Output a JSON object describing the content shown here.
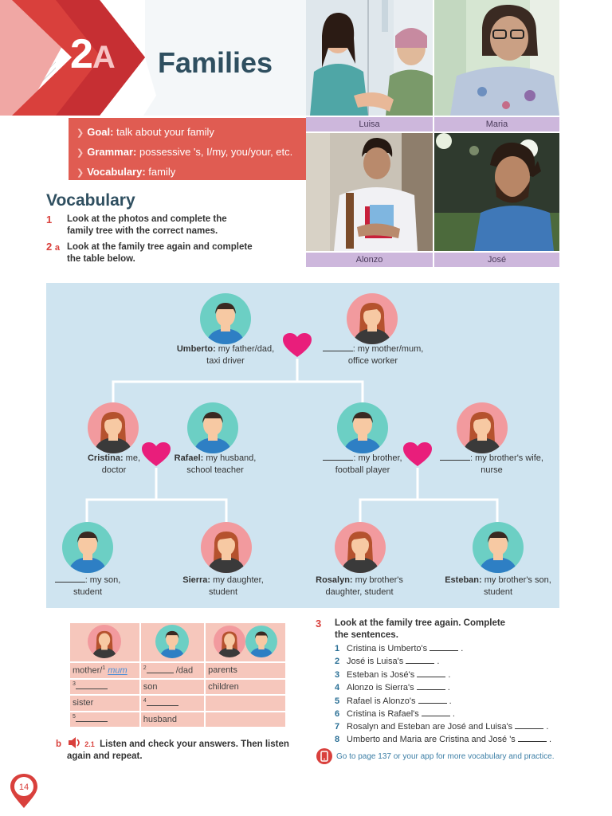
{
  "header": {
    "unit_number": "2",
    "unit_letter": "A",
    "title": "Families"
  },
  "goals": [
    {
      "label": "Goal:",
      "text": "talk about your family"
    },
    {
      "label": "Grammar:",
      "text": "possessive 's, I/my, you/your, etc."
    },
    {
      "label": "Vocabulary:",
      "text": "family"
    }
  ],
  "photos": [
    {
      "caption": "Luisa"
    },
    {
      "caption": "Maria"
    },
    {
      "caption": "Alonzo"
    },
    {
      "caption": "José"
    }
  ],
  "vocabulary": {
    "heading": "Vocabulary",
    "ex1_num": "1",
    "ex1_text": "Look at the photos and complete the family tree  with the correct names.",
    "ex2_num": "2",
    "ex2_sub": "a",
    "ex2_text": "Look at the family tree again and complete the table below."
  },
  "tree": {
    "people": [
      {
        "name": "Umberto:",
        "line1": " my father/dad,",
        "line2": "taxi driver"
      },
      {
        "name": "",
        "line1": ": my mother/mum,",
        "line2": "office worker"
      },
      {
        "name": "Cristina:",
        "line1": " me,",
        "line2": "doctor"
      },
      {
        "name": "Rafael:",
        "line1": " my husband,",
        "line2": "school teacher"
      },
      {
        "name": "",
        "line1": ": my brother,",
        "line2": "football player"
      },
      {
        "name": "",
        "line1": ": my brother's wife,",
        "line2": "nurse"
      },
      {
        "name": "",
        "line1": ": my son,",
        "line2": "student"
      },
      {
        "name": "Sierra:",
        "line1": " my daughter,",
        "line2": "student"
      },
      {
        "name": "Rosalyn:",
        "line1": " my brother's",
        "line2": "daughter, student"
      },
      {
        "name": "Esteban:",
        "line1": " my brother's son,",
        "line2": "student"
      }
    ]
  },
  "table": {
    "r1": {
      "c1_pre": "mother/",
      "c1_sup": "1",
      "c1_answer": "mum",
      "c2_sup": "2",
      "c2_post": "/dad",
      "c3": "parents"
    },
    "r2": {
      "c1_sup": "3",
      "c2": "son",
      "c3": "children"
    },
    "r3": {
      "c1": "sister",
      "c2_sup": "4"
    },
    "r4": {
      "c1_sup": "5",
      "c2": "husband"
    }
  },
  "ex2b": {
    "label": "b",
    "track": "2.1",
    "text1": "Listen and check your answers. Then listen",
    "text2": "again and repeat."
  },
  "ex3": {
    "num": "3",
    "instr1": "Look at the family tree again. Complete",
    "instr2": "the sentences.",
    "items": [
      {
        "n": "1",
        "text": "Cristina is Umberto's",
        "end": "."
      },
      {
        "n": "2",
        "text": "José is Luisa's",
        "end": "."
      },
      {
        "n": "3",
        "text": "Esteban is José's",
        "end": "."
      },
      {
        "n": "4",
        "text": "Alonzo is Sierra's",
        "end": "."
      },
      {
        "n": "5",
        "text": "Rafael is Alonzo's",
        "end": "."
      },
      {
        "n": "6",
        "text": "Cristina is Rafael's",
        "end": "."
      },
      {
        "n": "7",
        "text": "Rosalyn and Esteban are José and Luisa's",
        "end": "."
      },
      {
        "n": "8",
        "text": "Umberto and Maria are Cristina and José 's",
        "end": "."
      }
    ]
  },
  "goto": "Go to page 137 or your app for more vocabulary and practice.",
  "page_number": "14",
  "colors": {
    "accent_red": "#d9403c",
    "goal_box": "#e05c52",
    "tree_bg": "#cfe4f0",
    "table_bg": "#f6c7bc",
    "caption_bg": "#cdb7dc",
    "heart": "#e91e7b"
  }
}
